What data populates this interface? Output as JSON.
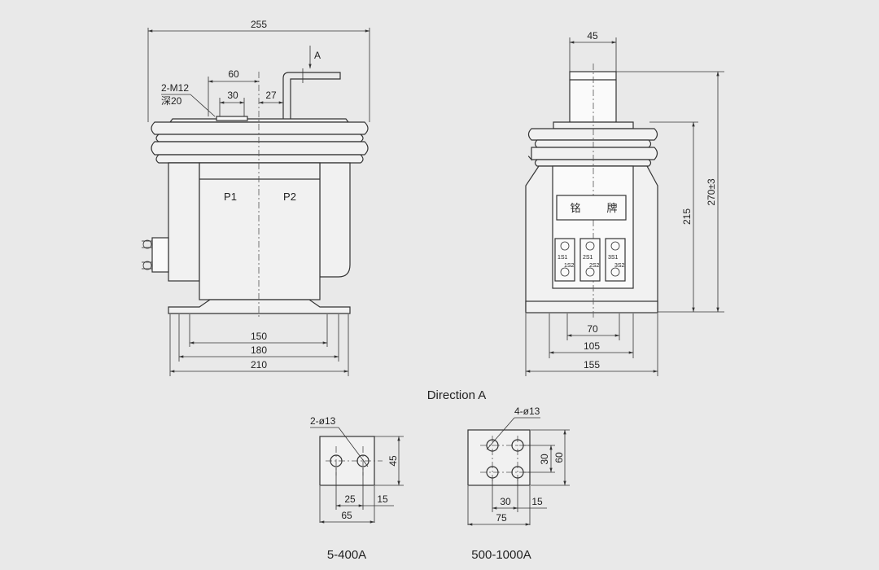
{
  "colors": {
    "background": "#e9e9e9",
    "line": "#333333",
    "body_fill": "#f1f1f1"
  },
  "front_view": {
    "overall_width": "255",
    "thread_spec": "2-M12",
    "thread_depth": "深20",
    "terminal_spacing": "60",
    "terminal_half": "30",
    "terminal_offset": "27",
    "direction_marker": "A",
    "primary_left": "P1",
    "primary_right": "P2",
    "base_inner": "150",
    "base_mid": "180",
    "base_outer": "210"
  },
  "side_view": {
    "terminal_width": "45",
    "nameplate_left": "铭",
    "nameplate_right": "牌",
    "height_body": "215",
    "height_total": "270±3",
    "base_inner": "70",
    "base_mid": "105",
    "base_outer": "155",
    "term_1_top": "1S1",
    "term_1_bottom": "1S2",
    "term_2_top": "2S1",
    "term_2_bottom": "2S2",
    "term_3_top": "3S1",
    "term_3_bottom": "3S2"
  },
  "direction_title": "Direction A",
  "plate_small": {
    "hole_spec": "2-ø13",
    "height": "45",
    "hole_pitch": "25",
    "edge": "15",
    "width": "65",
    "caption": "5-400A"
  },
  "plate_large": {
    "hole_spec": "4-ø13",
    "hole_pitch_v": "30",
    "height": "60",
    "hole_pitch_h": "30",
    "edge": "15",
    "width": "75",
    "caption": "500-1000A"
  }
}
